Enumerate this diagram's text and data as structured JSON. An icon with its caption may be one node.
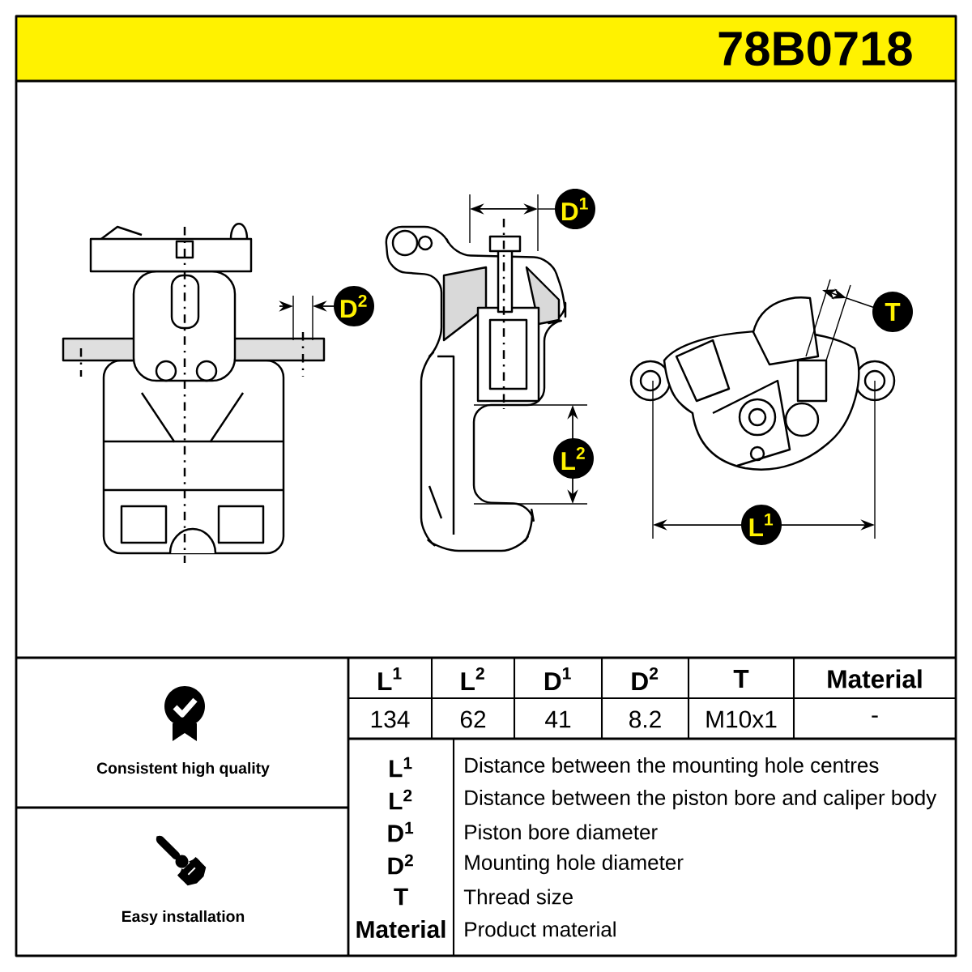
{
  "diagram": {
    "title": "78B0718",
    "labels": [
      "D$^{1}$",
      "D$^{2}$",
      "T",
      "L$^{2}$",
      "L$^{1}$",
      "L$^{1}$",
      "L$^{2}$",
      "D$^{1}$",
      "D$^{2}$",
      "T",
      "Material",
      "134",
      "62",
      "41",
      "8.2",
      "M10x1",
      "-",
      "L$^{1}$",
      "Distance between the mounting hole centres",
      "L$^{2}$",
      "Distance between the piston bore and caliper body",
      "D$^{1}$",
      "Piston bore diameter",
      "D$^{2}$",
      "Mounting hole diameter",
      "T",
      "Thread size",
      "Material",
      "Product material",
      "Consistent high quality",
      "Easy installation"
    ]
  }
}
